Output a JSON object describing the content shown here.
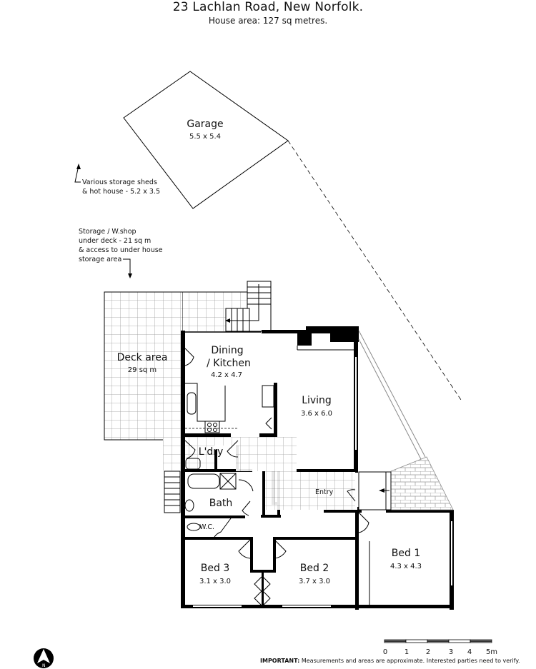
{
  "header": {
    "title": "23 Lachlan Road, New Norfolk.",
    "subtitle": "House area: 127 sq metres."
  },
  "rooms": [
    {
      "id": "garage",
      "label": "Garage",
      "dims": "5.5 x 5.4"
    },
    {
      "id": "deck",
      "label": "Deck area",
      "dims": "29 sq m"
    },
    {
      "id": "dining-kitchen",
      "label_line1": "Dining",
      "label_line2": "/ Kitchen",
      "dims": "4.2 x 4.7"
    },
    {
      "id": "living",
      "label": "Living",
      "dims": "3.6 x 6.0"
    },
    {
      "id": "laundry",
      "label": "L'dry"
    },
    {
      "id": "bath",
      "label": "Bath"
    },
    {
      "id": "wc",
      "label": "W.C."
    },
    {
      "id": "entry",
      "label": "Entry"
    },
    {
      "id": "bed1",
      "label": "Bed 1",
      "dims": "4.3 x 4.3"
    },
    {
      "id": "bed2",
      "label": "Bed 2",
      "dims": "3.7 x 3.0"
    },
    {
      "id": "bed3",
      "label": "Bed 3",
      "dims": "3.1 x 3.0"
    }
  ],
  "notes": {
    "sheds_line1": "Various storage sheds",
    "sheds_line2": "& hot house - 5.2 x 3.5",
    "storage_line1": "Storage / W.shop",
    "storage_line2": "under deck - 21 sq m",
    "storage_line3": "& access to under house",
    "storage_line4": "storage area"
  },
  "scale_bar": {
    "ticks": [
      "0",
      "1",
      "2",
      "3",
      "4",
      "5m"
    ]
  },
  "footer": {
    "important_label": "IMPORTANT:",
    "important_text": "Measurements and areas are approximate. Interested parties need to verify."
  },
  "compass": {
    "icon": "north-arrow-icon",
    "label": "N"
  }
}
